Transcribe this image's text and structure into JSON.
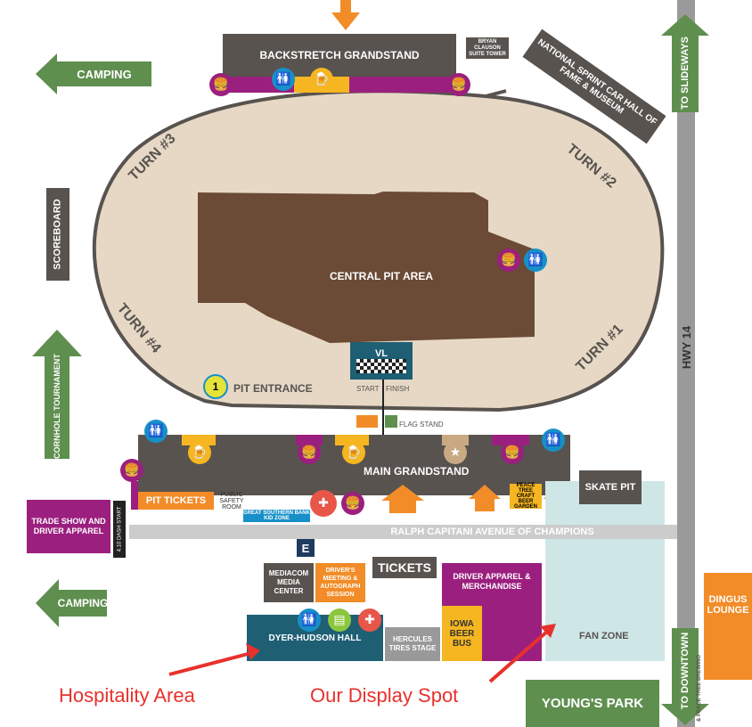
{
  "colors": {
    "track": "#e6d8c5",
    "pit": "#6b4a36",
    "dark": "#58534f",
    "magenta": "#9b1f7e",
    "orange": "#f28c28",
    "green": "#5f8f4f",
    "teal": "#1e5f74",
    "gold": "#f5b621",
    "blue": "#1790c9",
    "highway": "#9a9a9a",
    "fan_zone": "#cfe6e6",
    "red": "#e8312c"
  },
  "labels": {
    "backstretch": "BACKSTRETCH GRANDSTAND",
    "bryan_clauson": "BRYAN CLAUSON SUITE TOWER",
    "hall_of_fame": "NATIONAL SPRINT CAR HALL OF FAME & MUSEUM",
    "camping_top": "CAMPING",
    "camping_bottom": "CAMPING",
    "to_slideways": "TO SLIDEWAYS",
    "to_downtown": "TO DOWNTOWN",
    "peace_tree_brewing": "& PEACE TREE BREWING",
    "hwy14": "HWY 14",
    "scoreboard": "SCOREBOARD",
    "cornhole": "CORNHOLE TOURNAMENT",
    "turn1": "TURN #1",
    "turn2": "TURN #2",
    "turn3": "TURN #3",
    "turn4": "TURN #4",
    "central_pit": "CENTRAL PIT AREA",
    "vl": "VL",
    "start": "START",
    "finish": "FINISH",
    "pit_entrance": "PIT ENTRANCE",
    "pit_entrance_num": "1",
    "flag_stand": "FLAG STAND",
    "main_grandstand": "MAIN GRANDSTAND",
    "pit_tickets": "PIT TICKETS",
    "public_safety": "PUBLIC SAFETY ROOM",
    "great_southern": "GREAT SOUTHERN BANK KID ZONE",
    "peace_tree_garden": "PEACE TREE CRAFT BEER GARDEN",
    "skate_pit": "SKATE PIT",
    "trade_show": "TRADE SHOW AND DRIVER APPAREL",
    "dash_start": "4.10 DASH START",
    "avenue": "RALPH CAPITANI AVENUE OF CHAMPIONS",
    "e_marker": "E",
    "mediacom": "MEDIACOM MEDIA CENTER",
    "drivers_meeting": "DRIVER'S MEETING & AUTOGRAPH SESSION",
    "tickets": "TICKETS",
    "driver_apparel": "DRIVER APPAREL & MERCHANDISE",
    "iowa_beer_bus": "IOWA BEER BUS",
    "hercules": "HERCULES TIRES STAGE",
    "dyer_hudson": "DYER-HUDSON HALL",
    "fan_zone": "FAN ZONE",
    "dingus_lounge": "DINGUS LOUNGE",
    "youngs_park": "YOUNG'S PARK",
    "hospitality": "Hospitality Area",
    "display_spot": "Our Display Spot"
  },
  "icons": [
    "food-drink-icon",
    "restroom-icon",
    "beer-icon",
    "first-aid-icon",
    "star-icon",
    "arrow-icon",
    "flag-icon",
    "checkered-flag-icon"
  ]
}
